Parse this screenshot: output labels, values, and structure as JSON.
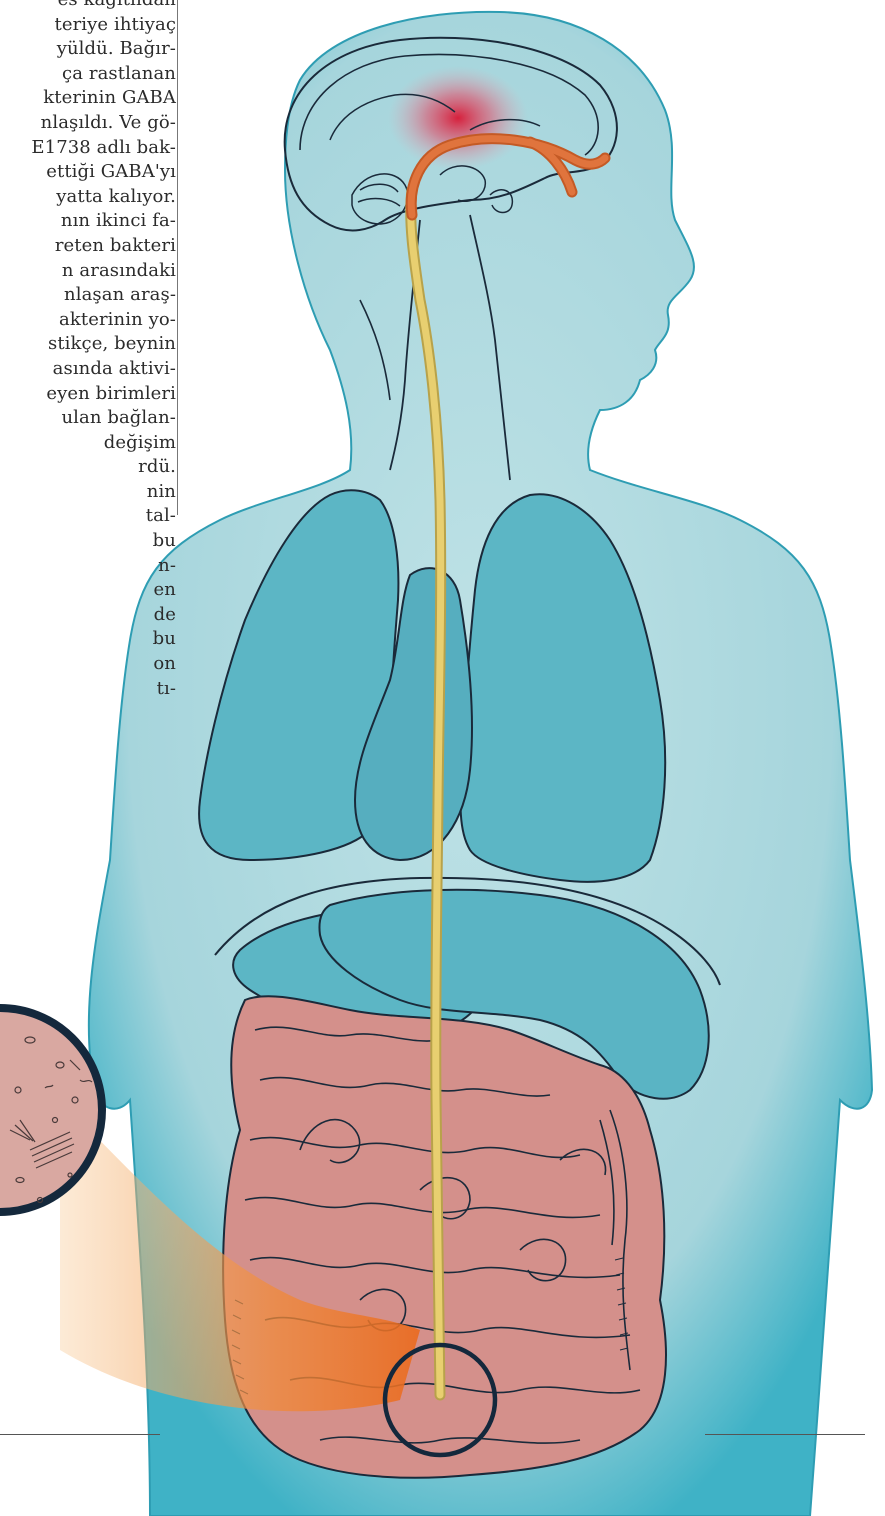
{
  "article": {
    "lines": [
      "es kağıtlıdan",
      "teriye ihtiyaç",
      "yüldü. Bağır-",
      "ça rastlanan",
      "kterinin GABA",
      "nlaşıldı. Ve gö-",
      "E1738 adlı bak-",
      "ettiği GABA'yı",
      "yatta kalıyor.",
      "nın ikinci fa-",
      "reten bakteri",
      "n arasındaki",
      "nlaşan araş-",
      "akterinin yo-",
      "stikçe, beynin",
      "asında aktivi-",
      "eyen birimleri",
      "ulan bağlan-",
      "değişim",
      "rdü.",
      "nin",
      "tal-",
      "bu",
      "n-",
      "en",
      "de",
      "bu",
      "on",
      "tı-"
    ]
  },
  "illustration": {
    "subject": "gut-brain axis anatomical illustration",
    "colors": {
      "body_outer": "#3fb2c6",
      "body_inner": "#a8d6dd",
      "organ_fill": "#58b5c5",
      "intestine_fill": "#d4908b",
      "vagus_nerve": "#e5c96a",
      "nerve_to_brain": "#e0743d",
      "brain_glow": "#d6203c",
      "outline": "#1a2a3a",
      "zoom_circle_fill": "#d9a8a1",
      "zoom_highlight": "#f07a26"
    }
  }
}
